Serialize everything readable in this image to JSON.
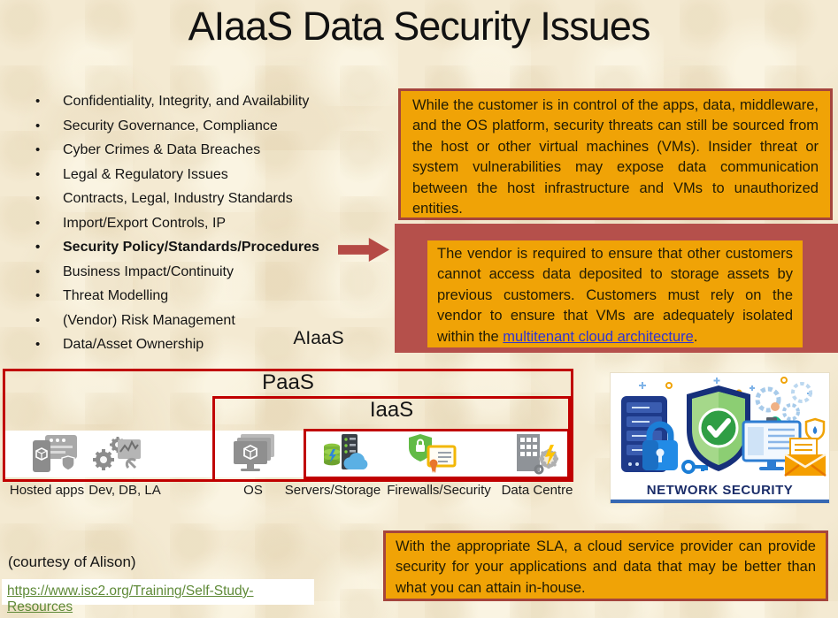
{
  "title": "AIaaS Data Security Issues",
  "bullets": [
    {
      "text": "Confidentiality, Integrity, and Availability",
      "bold": false
    },
    {
      "text": "Security Governance, Compliance",
      "bold": false
    },
    {
      "text": "Cyber Crimes & Data Breaches",
      "bold": false
    },
    {
      "text": "Legal & Regulatory Issues",
      "bold": false
    },
    {
      "text": "Contracts, Legal, Industry Standards",
      "bold": false
    },
    {
      "text": "Import/Export Controls, IP",
      "bold": false
    },
    {
      "text": "Security Policy/Standards/Procedures",
      "bold": true
    },
    {
      "text": "Business Impact/Continuity",
      "bold": false
    },
    {
      "text": "Threat Modelling",
      "bold": false
    },
    {
      "text": "(Vendor) Risk Management",
      "bold": false
    },
    {
      "text": "Data/Asset Ownership",
      "bold": false
    }
  ],
  "callouts": {
    "vm_threats": "While the customer is in control of the apps, data, middleware, and the OS platform, security threats can still be sourced from the host or other virtual machines (VMs). Insider threat or system vulnerabilities may expose data communication between the host infrastructure and VMs to unauthorized entities.",
    "vendor_isolation_prefix": "The vendor is required to ensure that other customers cannot access data deposited to storage assets by previous customers. Customers must rely on the vendor to ensure that VMs are adequately isolated within the ",
    "vendor_isolation_link": "multitenant cloud architecture",
    "vendor_isolation_suffix": ".",
    "sla": "With the appropriate SLA, a cloud service provider can provide security for your applications and data that may be better than what you can attain in-house."
  },
  "stack": {
    "aiaas_label": "AIaaS",
    "paas_label": "PaaS",
    "iaas_label": "IaaS",
    "items": [
      {
        "label": "Hosted apps",
        "icon": "hosted-apps-icon"
      },
      {
        "label": "Dev, DB, LA",
        "icon": "dev-db-la-icon"
      },
      {
        "label": "OS",
        "icon": "os-icon"
      },
      {
        "label": "Servers/Storage",
        "icon": "servers-storage-icon"
      },
      {
        "label": "Firewalls/Security",
        "icon": "firewalls-security-icon"
      },
      {
        "label": "Data Centre",
        "icon": "data-centre-icon"
      }
    ]
  },
  "network_security": {
    "caption": "NETWORK SECURITY"
  },
  "footer": {
    "courtesy": "(courtesy of Alison)",
    "link": "https://www.isc2.org/Training/Self-Study-Resources"
  },
  "colors": {
    "background": "#f4ead2",
    "gold": "#f0a306",
    "brick": "#b5504b",
    "callout_border": "#a5453d",
    "stack_border": "#c00000",
    "link_green": "#5f8a38",
    "link_blue": "#3034d1",
    "caption_navy": "#1b2d69"
  }
}
